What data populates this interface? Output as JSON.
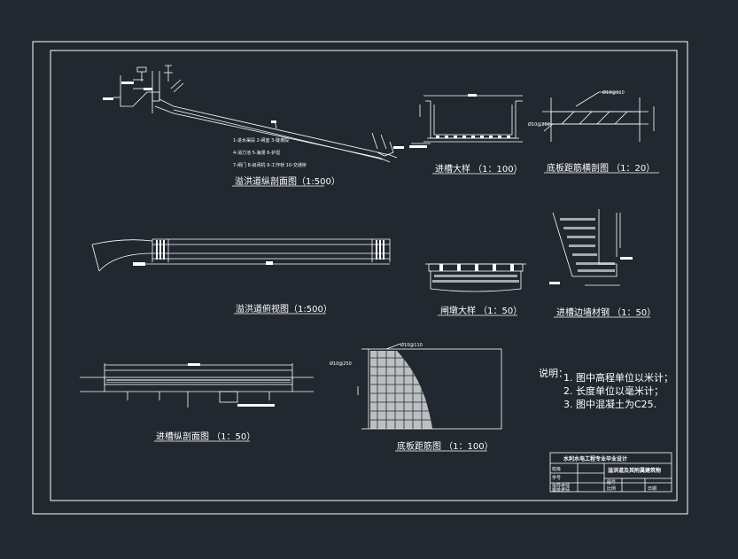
{
  "titles": {
    "spillway_profile": "溢洪道纵剖面图（1:500）",
    "trough_detail": "进槽大样  （1：100）",
    "bottom_plate_cross": "底板距筋横剖图  （1：20）",
    "spillway_plan": "溢洪道俯视图（1:500）",
    "pier_detail": "闸墩大样  （1：50）",
    "trough_wall": "进槽边墙材钢  （1：50）",
    "trough_section": "进槽纵剖面图  （1：50）",
    "bottom_plate": "底板距筋图  （1：100）"
  },
  "notes": {
    "heading": "说明：",
    "items": [
      "1. 图中高程单位以米计；",
      "2. 长度单位以毫米计；",
      "3. 图中混凝土为C25."
    ]
  },
  "rebar": {
    "phi10_110": "Ø10@110",
    "phi10_250": "Ø10@250"
  },
  "legend": {
    "row1": "1-进水渠段 2-闸室 3-陡坡段",
    "row2": "4-消力池 5-海漫 6-护坦",
    "row3": "7-闸门 8-启闭机 9-工作桥 10-交通桥"
  },
  "title_block": {
    "org": "水利水电工程专业毕业设计",
    "drawing": "溢洪道及其附属建筑物",
    "labels": [
      "班级",
      "学号",
      "指导老师",
      "审核老师"
    ],
    "fields": [
      "图号",
      "比例",
      "日期"
    ]
  }
}
